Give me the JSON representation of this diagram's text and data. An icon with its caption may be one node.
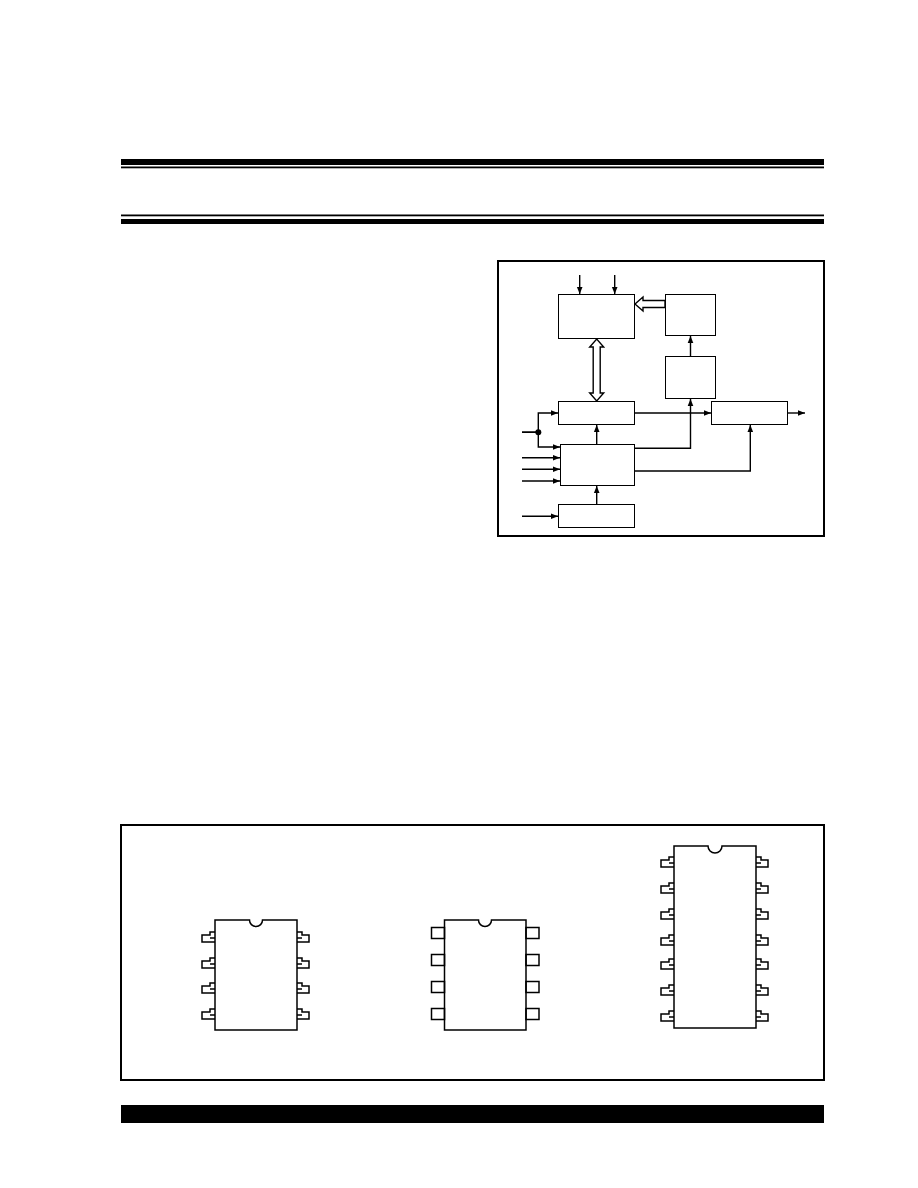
{
  "diagram": {
    "nodes": [
      {
        "text": [],
        "shape": "box"
      },
      {
        "text": [],
        "shape": "box"
      },
      {
        "text": [],
        "shape": "box"
      },
      {
        "text": [],
        "shape": "box"
      },
      {
        "text": [],
        "shape": "box"
      },
      {
        "text": [],
        "shape": "box"
      },
      {
        "text": [],
        "shape": "box"
      }
    ],
    "edges": [
      {
        "from": null,
        "to": 0,
        "arrow": "to"
      },
      {
        "from": null,
        "to": 0,
        "arrow": "to"
      },
      {
        "from": 1,
        "to": 0,
        "arrow": "to",
        "style": "thick"
      },
      {
        "from": 0,
        "to": 3,
        "arrow": "both",
        "style": "thick"
      },
      {
        "from": 2,
        "to": 1,
        "arrow": "to"
      },
      {
        "from": 3,
        "to": 4,
        "arrow": "to"
      },
      {
        "from": 4,
        "to": null,
        "arrow": "to"
      },
      {
        "from": null,
        "to": 3,
        "arrow": "to"
      },
      {
        "from": null,
        "to": 5,
        "arrow": "to"
      },
      {
        "from": null,
        "to": 5,
        "arrow": "to"
      },
      {
        "from": null,
        "to": 5,
        "arrow": "to"
      },
      {
        "from": null,
        "to": 5,
        "arrow": "to"
      },
      {
        "from": 5,
        "to": 3,
        "arrow": "to"
      },
      {
        "from": 5,
        "to": 2,
        "arrow": "to"
      },
      {
        "from": 5,
        "to": 4,
        "arrow": "to"
      },
      {
        "from": 6,
        "to": 5,
        "arrow": "to"
      },
      {
        "from": null,
        "to": 6,
        "arrow": "to"
      }
    ]
  }
}
